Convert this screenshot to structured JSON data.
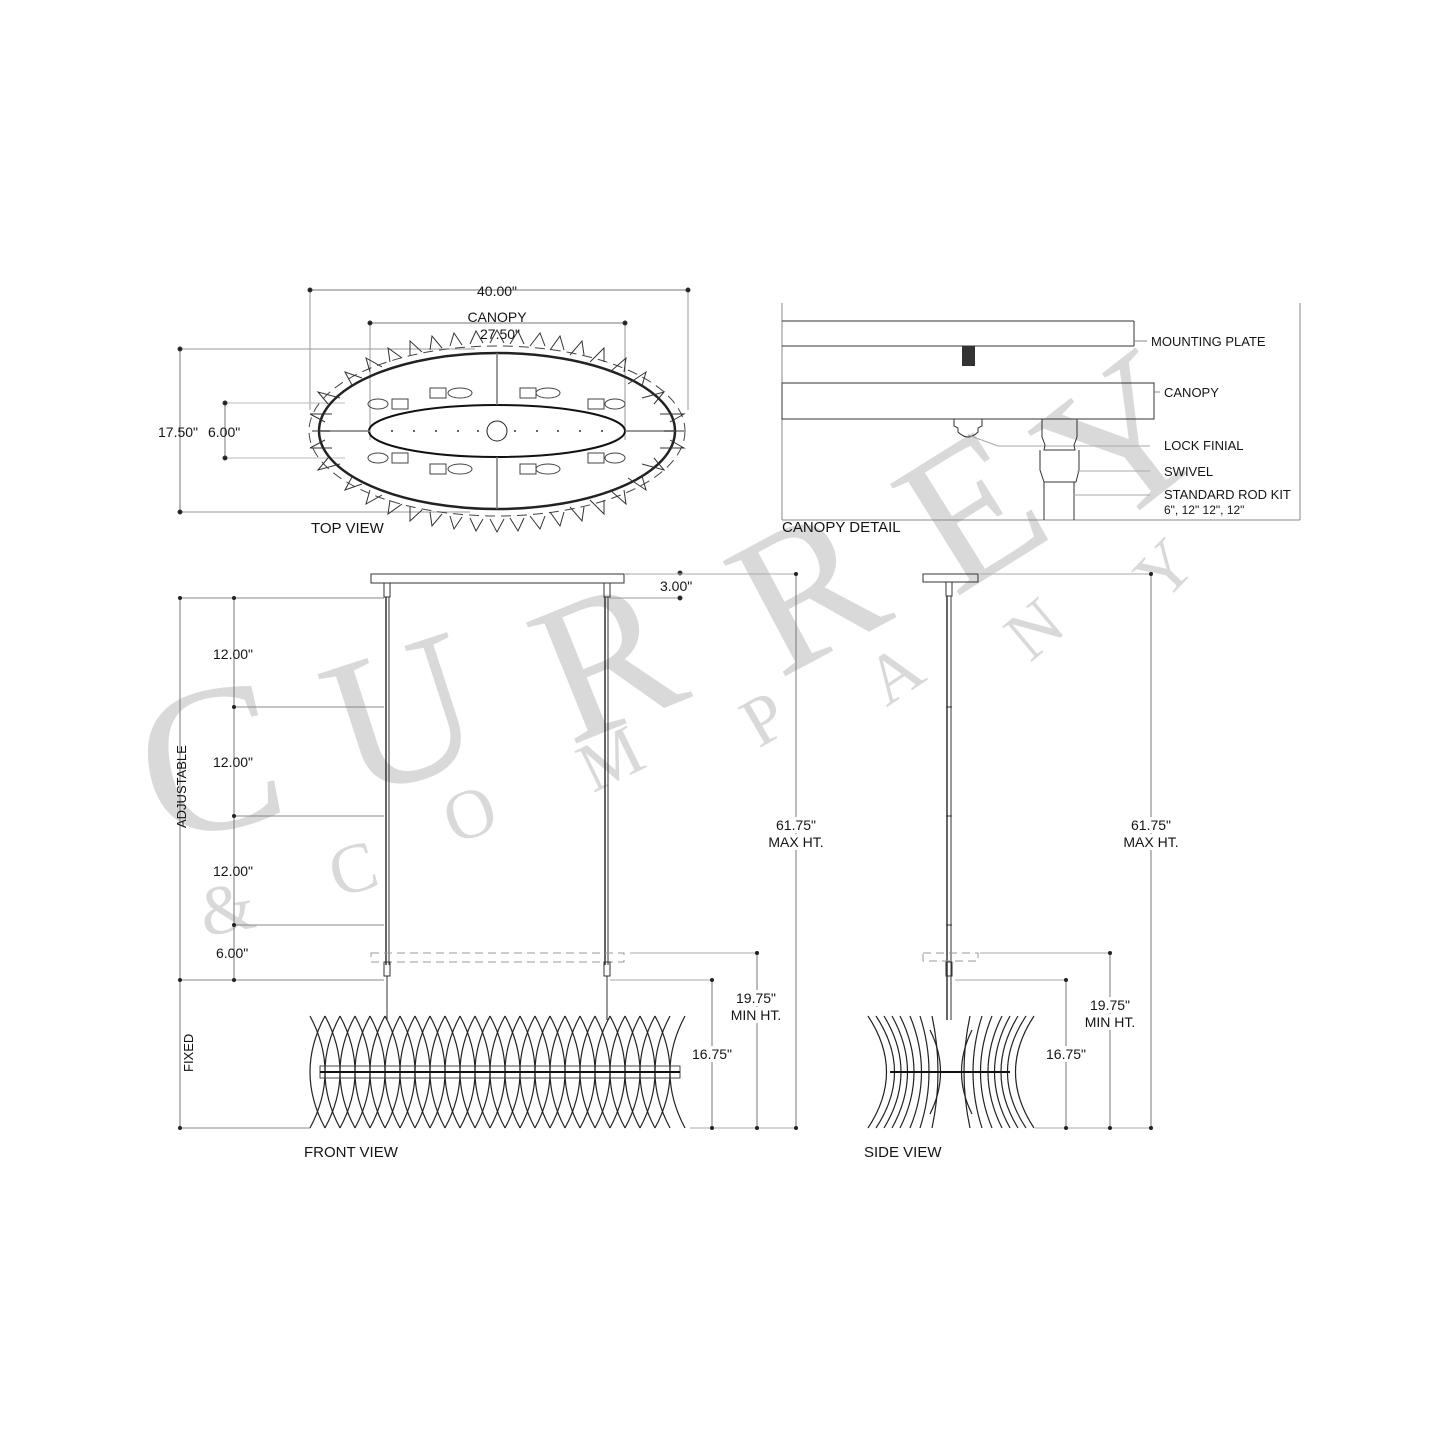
{
  "watermark": {
    "brand_letters": [
      "C",
      "U",
      "R",
      "R",
      "E",
      "Y"
    ],
    "sub_letters": [
      "&",
      "C",
      "O",
      "M",
      "P",
      "A",
      "N",
      "Y"
    ],
    "color": "#d9d9d9"
  },
  "top_view": {
    "title": "TOP VIEW",
    "overall_width": "40.00\"",
    "canopy_label": "CANOPY",
    "canopy_width": "27.50\"",
    "overall_depth": "17.50\"",
    "canopy_depth": "6.00\""
  },
  "canopy_detail": {
    "title": "CANOPY DETAIL",
    "callouts": [
      {
        "label": "MOUNTING PLATE"
      },
      {
        "label": "CANOPY"
      },
      {
        "label": "LOCK FINIAL"
      },
      {
        "label": "SWIVEL"
      },
      {
        "label": "STANDARD ROD KIT",
        "sub": "6\", 12\" 12\", 12\""
      }
    ]
  },
  "front_view": {
    "title": "FRONT VIEW",
    "canopy_height": "3.00\"",
    "adjustable_label": "ADJUSTABLE",
    "fixed_label": "FIXED",
    "rod_segments": [
      "12.00\"",
      "12.00\"",
      "12.00\"",
      "6.00\""
    ],
    "max_height": "61.75\"",
    "max_height_label": "MAX HT.",
    "min_height": "19.75\"",
    "min_height_label": "MIN HT.",
    "body_height": "16.75\""
  },
  "side_view": {
    "title": "SIDE VIEW",
    "max_height": "61.75\"",
    "max_height_label": "MAX HT.",
    "min_height": "19.75\"",
    "min_height_label": "MIN HT.",
    "body_height": "16.75\""
  },
  "colors": {
    "line": "#2a2a2a",
    "dim_line": "#555555",
    "background": "#ffffff"
  }
}
